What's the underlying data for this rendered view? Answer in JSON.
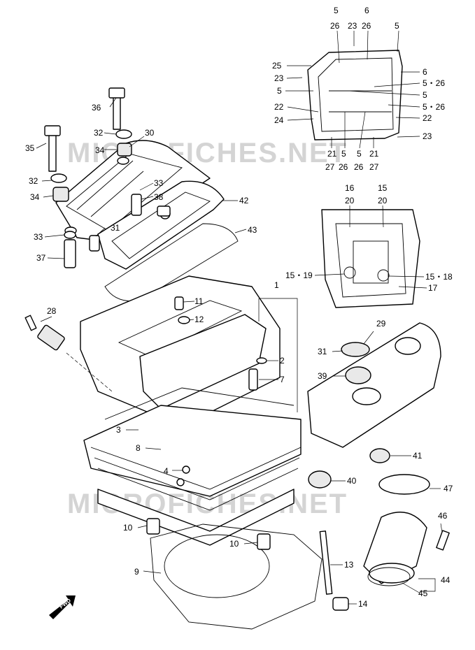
{
  "watermark": [
    "MICROFICHES.NET",
    "MICROFICHES.NET"
  ],
  "fwd_marker": "FWD",
  "labels": {
    "1": "1",
    "2": "2",
    "3": "3",
    "4": "4",
    "7": "7",
    "8": "8",
    "9": "9",
    "10": "10",
    "11": "11",
    "12": "12",
    "13": "13",
    "14": "14",
    "17": "17",
    "28": "28",
    "29": "29",
    "30": "30",
    "31": "31",
    "32": "32",
    "33": "33",
    "34": "34",
    "35": "35",
    "36": "36",
    "37": "37",
    "38": "38",
    "39": "39",
    "40": "40",
    "41": "41",
    "42": "42",
    "43": "43",
    "44": "44",
    "45": "45",
    "46": "46",
    "47": "47",
    "5": "5",
    "6": "6",
    "15": "15",
    "16": "16",
    "20": "20",
    "21": "21",
    "22": "22",
    "23": "23",
    "24": "24",
    "25": "25",
    "26": "26",
    "27": "27",
    "5_26": "5・26",
    "15_18": "15・18",
    "15_19": "15・19"
  }
}
